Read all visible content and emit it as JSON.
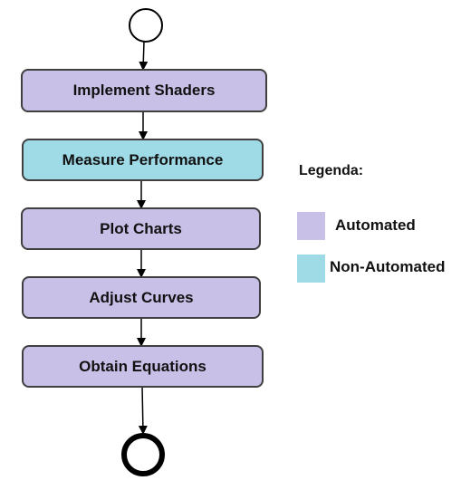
{
  "colors": {
    "automated": "#c9c0e8",
    "non_automated": "#9fdbe6"
  },
  "flow": {
    "start_node": "initial-state",
    "end_node": "final-state",
    "steps": [
      {
        "label": "Implement Shaders",
        "kind": "automated"
      },
      {
        "label": "Measure Performance",
        "kind": "non_automated"
      },
      {
        "label": "Plot Charts",
        "kind": "automated"
      },
      {
        "label": "Adjust Curves",
        "kind": "automated"
      },
      {
        "label": "Obtain Equations",
        "kind": "automated"
      }
    ]
  },
  "legend": {
    "title": "Legenda:",
    "items": [
      {
        "label": "Automated",
        "kind": "automated"
      },
      {
        "label": "Non-Automated",
        "kind": "non_automated"
      }
    ]
  }
}
